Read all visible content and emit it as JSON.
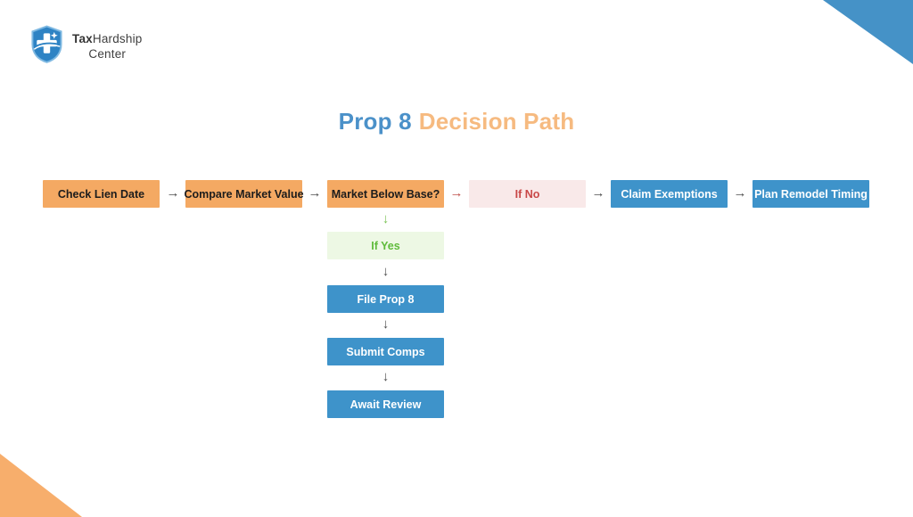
{
  "logo": {
    "shield_icon": "shield-medical-cross-icon",
    "brand_bold": "Tax",
    "brand_rest": "Hardship",
    "brand_line2": "Center"
  },
  "title": {
    "part1": "Prop 8",
    "part2": "Decision Path"
  },
  "flow": {
    "arrow_right": "→",
    "arrow_down": "↓",
    "top_row": [
      {
        "label": "Check Lien Date",
        "type": "orange"
      },
      {
        "label": "Compare Market Value",
        "type": "orange"
      },
      {
        "label": "Market Below Base?",
        "type": "orange"
      },
      {
        "label": "If No",
        "type": "pink"
      },
      {
        "label": "Claim Exemptions",
        "type": "blue"
      },
      {
        "label": "Plan Remodel Timing",
        "type": "blue"
      }
    ],
    "branch_column": [
      {
        "label": "If Yes",
        "type": "green"
      },
      {
        "label": "File Prop 8",
        "type": "blue"
      },
      {
        "label": "Submit Comps",
        "type": "blue"
      },
      {
        "label": "Await Review",
        "type": "blue"
      }
    ]
  },
  "colors": {
    "node_orange": "#F4A963",
    "node_blue": "#3E93CA",
    "node_pink_bg": "#F9E9E9",
    "node_pink_text": "#C94848",
    "node_green_bg": "#EDF8E4",
    "node_green_text": "#5FBB3B",
    "title_blue": "#4B91C9",
    "title_orange": "#F6BA80",
    "corner_triangle_blue": "#4592C7",
    "corner_triangle_orange": "#F7AE6C",
    "arrow_gray": "#4D4D4D",
    "arrow_green": "#7CC356",
    "arrow_red": "#BF4F4A",
    "shield_blue": "#2E83C4",
    "logo_text": "#3F3F3F"
  }
}
